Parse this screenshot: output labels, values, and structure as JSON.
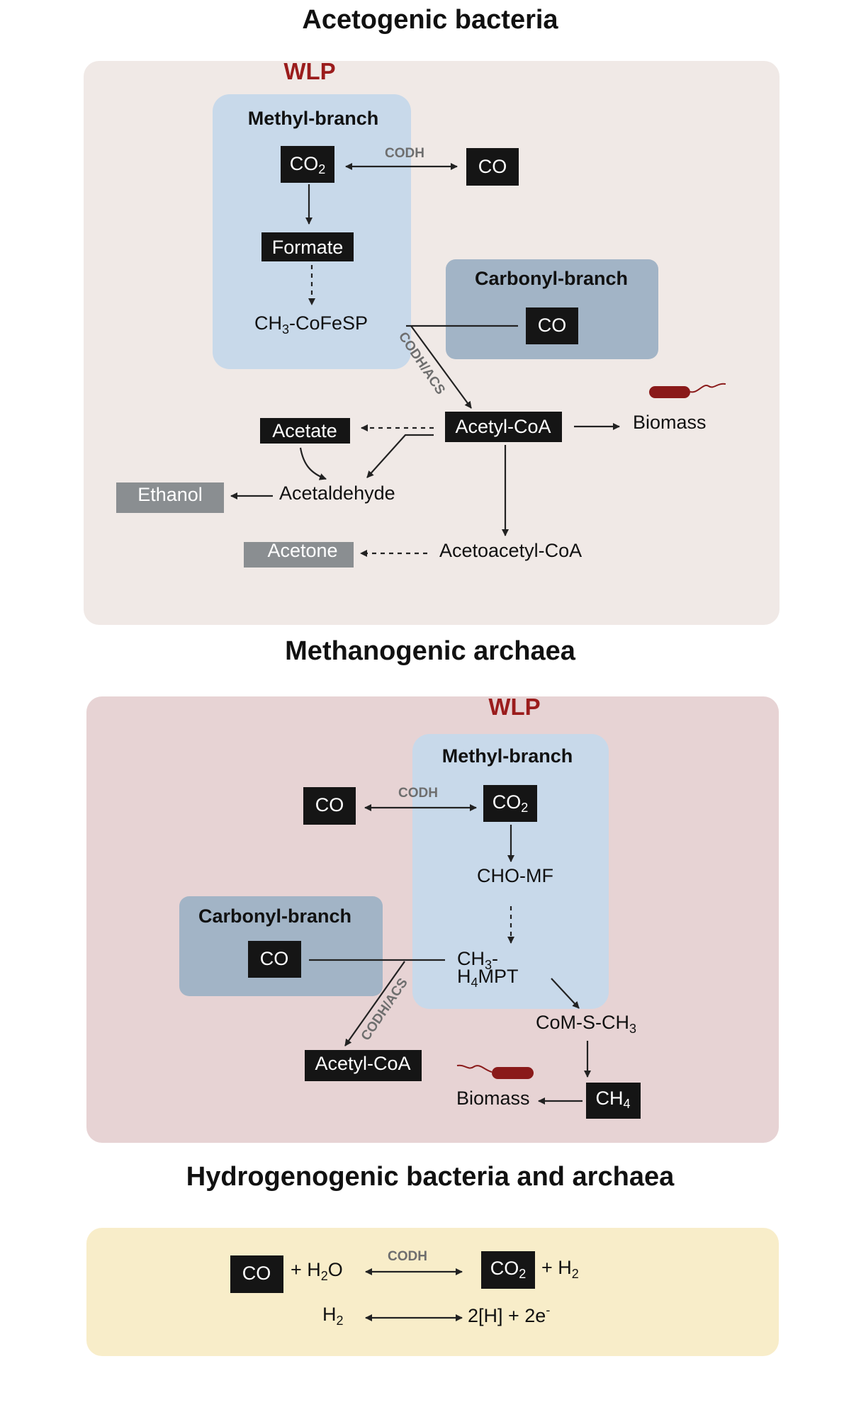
{
  "panels": {
    "acetogenic": {
      "title": "Acetogenic bacteria",
      "wlp": "WLP",
      "methyl_branch": "Methyl-branch",
      "carbonyl_branch": "Carbonyl-branch",
      "co2": {
        "base": "CO",
        "sub": "2"
      },
      "co_top": "CO",
      "codh": "CODH",
      "formate": "Formate",
      "ch3cofesp": {
        "a": "CH",
        "sub": "3",
        "b": "-CoFeSP"
      },
      "co_carbonyl": "CO",
      "codh_acs": "CODH/ACS",
      "acetyl_coa": "Acetyl-CoA",
      "biomass": "Biomass",
      "acetate": "Acetate",
      "ethanol": "Ethanol",
      "acetaldehyde": "Acetaldehyde",
      "acetone": "Acetone",
      "acetoacetyl_coa": "Acetoacetyl-CoA"
    },
    "methanogenic": {
      "title": "Methanogenic archaea",
      "wlp": "WLP",
      "methyl_branch": "Methyl-branch",
      "carbonyl_branch": "Carbonyl-branch",
      "co_left": "CO",
      "codh": "CODH",
      "co2": {
        "base": "CO",
        "sub": "2"
      },
      "cho_mf": "CHO-MF",
      "ch3": {
        "a": "CH",
        "sub": "3",
        "b": "-"
      },
      "h4mpt": {
        "a": "H",
        "sub": "4",
        "b": "MPT"
      },
      "co_carbonyl": "CO",
      "codh_acs": "CODH/ACS",
      "acetyl_coa": "Acetyl-CoA",
      "com_s_ch3": {
        "a": "CoM-S-CH",
        "sub": "3"
      },
      "ch4": {
        "base": "CH",
        "sub": "4"
      },
      "biomass": "Biomass"
    },
    "hydrogenogenic": {
      "title": "Hydrogenogenic bacteria and archaea",
      "co": "CO",
      "plus_h2o": {
        "a": "+ H",
        "sub": "2",
        "b": "O"
      },
      "codh": "CODH",
      "co2": {
        "base": "CO",
        "sub": "2"
      },
      "plus_h2": {
        "a": "+ H",
        "sub": "2"
      },
      "h2": {
        "a": "H",
        "sub": "2"
      },
      "products": {
        "a": "2[H] + 2e",
        "sup": "-"
      }
    }
  },
  "colors": {
    "panel_acetogenic": "#f0e9e6",
    "panel_methanogenic": "#e7d3d4",
    "panel_hydrogenogenic": "#f8edc9",
    "methyl_branch": "#c8d9ea",
    "carbonyl_branch": "#a2b4c6",
    "wlp": "#9b1c1c",
    "bacterium": "#8a1a1a"
  }
}
